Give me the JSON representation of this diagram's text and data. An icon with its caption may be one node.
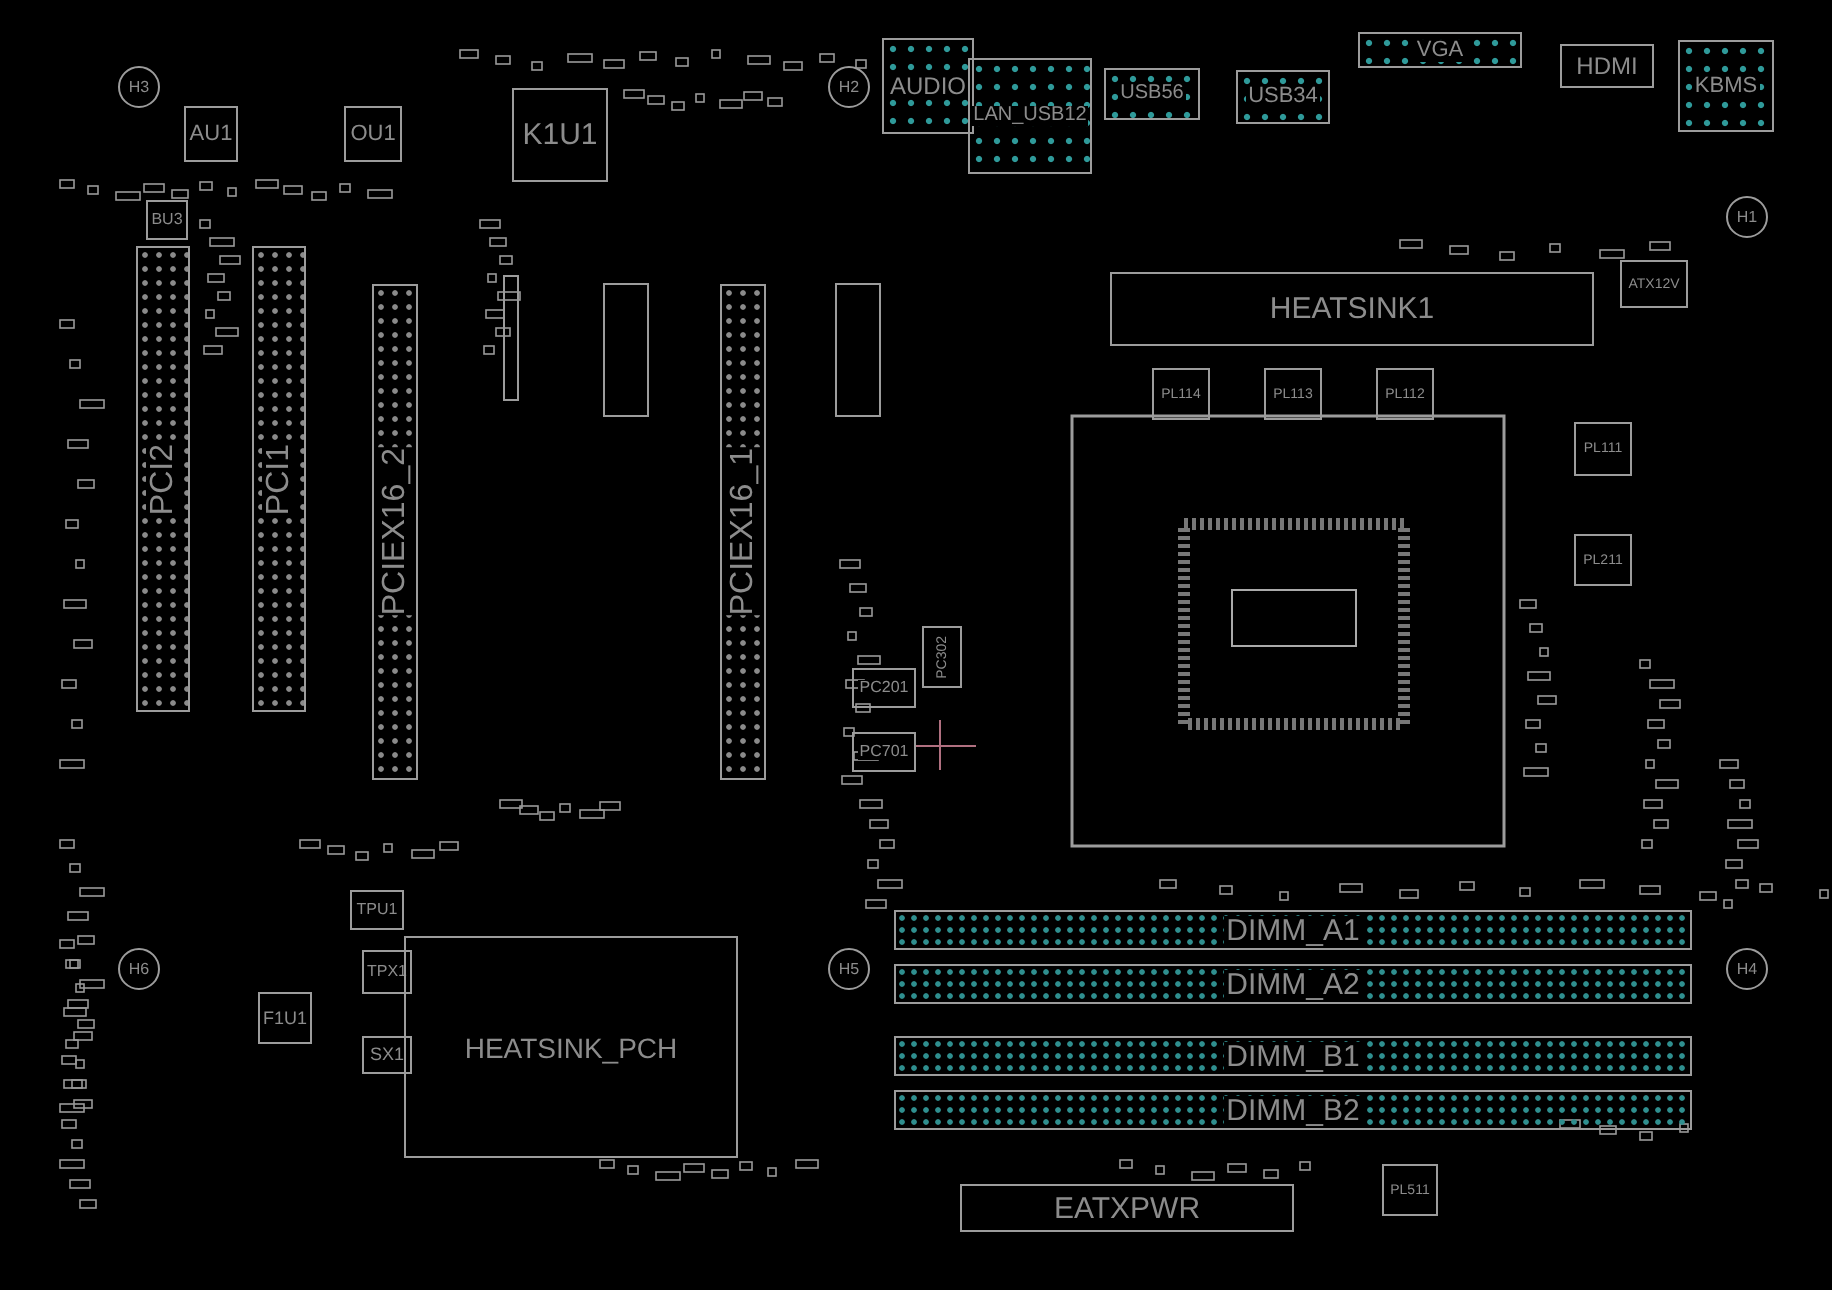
{
  "diagram": {
    "nodes": [
      {
        "text": [
          "AU1"
        ]
      },
      {
        "text": [
          "OU1"
        ]
      },
      {
        "text": [
          "K1U1"
        ]
      },
      {
        "text": [
          "BU3"
        ]
      },
      {
        "text": [
          "AUDIO"
        ]
      },
      {
        "text": [
          "LAN_USB12"
        ]
      },
      {
        "text": [
          "USB56"
        ]
      },
      {
        "text": [
          "USB34"
        ]
      },
      {
        "text": [
          "VGA"
        ]
      },
      {
        "text": [
          "HDMI"
        ]
      },
      {
        "text": [
          "KBMS"
        ]
      },
      {
        "text": [
          "HEATSINK1"
        ]
      },
      {
        "text": [
          "ATX12V"
        ]
      },
      {
        "text": [
          "PL114"
        ]
      },
      {
        "text": [
          "PL113"
        ]
      },
      {
        "text": [
          "PL112"
        ]
      },
      {
        "text": [
          "PL111"
        ]
      },
      {
        "text": [
          "PL211"
        ]
      },
      {
        "text": [
          "PCI2"
        ]
      },
      {
        "text": [
          "PCI1"
        ]
      },
      {
        "text": [
          "PCIEX16_2"
        ]
      },
      {
        "text": [
          "PCIEX16_1"
        ]
      },
      {
        "text": [
          "PC201"
        ]
      },
      {
        "text": [
          "PC701"
        ]
      },
      {
        "text": [
          "PC302"
        ]
      },
      {
        "text": [
          "TPU1"
        ]
      },
      {
        "text": [
          "TPX1"
        ]
      },
      {
        "text": [
          "F1U1"
        ]
      },
      {
        "text": [
          "SX1"
        ]
      },
      {
        "text": [
          "HEATSINK_PCH"
        ]
      },
      {
        "text": [
          "DIMM_A1"
        ]
      },
      {
        "text": [
          "DIMM_A2"
        ]
      },
      {
        "text": [
          "DIMM_B1"
        ]
      },
      {
        "text": [
          "DIMM_B2"
        ]
      },
      {
        "text": [
          "EATXPWR"
        ]
      },
      {
        "text": [
          "PL511"
        ]
      },
      {
        "text": [
          "H3"
        ]
      },
      {
        "text": [
          "H2"
        ]
      },
      {
        "text": [
          "H1"
        ]
      },
      {
        "text": [
          "H6"
        ]
      },
      {
        "text": [
          "H5"
        ]
      },
      {
        "text": [
          "H4"
        ]
      }
    ]
  }
}
